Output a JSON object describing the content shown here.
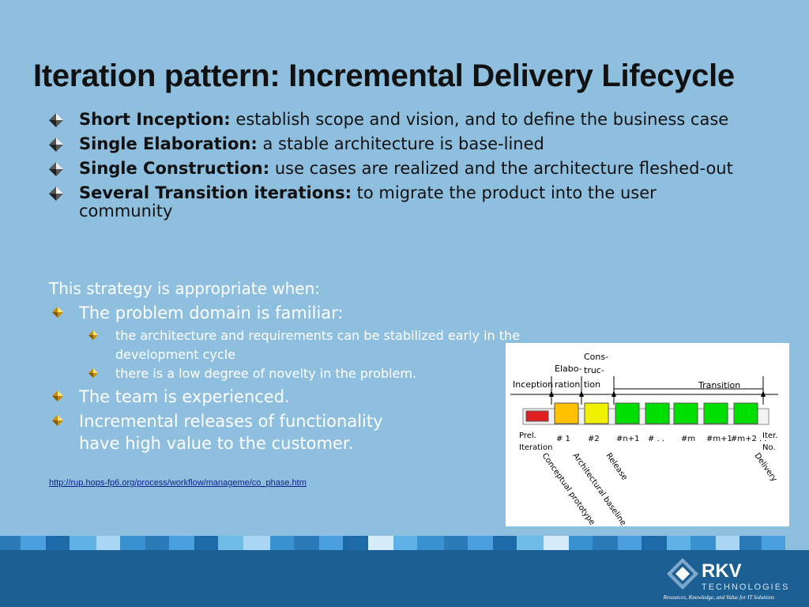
{
  "title": "Iteration pattern: Incremental Delivery Lifecycle",
  "bullets": [
    {
      "bold": "Short Inception:",
      "text": " establish scope and vision, and to define the business case"
    },
    {
      "bold": "Single Elaboration:",
      "text": " a stable architecture is base-lined"
    },
    {
      "bold": "Single Construction:",
      "text": " use cases are realized and the architecture fleshed-out"
    },
    {
      "bold": "Several Transition iterations:",
      "text": " to migrate the product into the user community"
    }
  ],
  "strategy": {
    "intro": "This strategy is appropriate when:",
    "domain": "The problem domain is familiar:",
    "sub1": "the architecture and requirements can be stabilized early in the development cycle",
    "sub2": "there is a low degree of novelty in the problem.",
    "team": "The team is experienced.",
    "releases_1": "Incremental releases of functionality",
    "releases_2": "have high value to the customer."
  },
  "link": "http://rup.hops-fp6.org/process/workflow/manageme/co_phase.htm",
  "diagram": {
    "phase_inception": "Inception",
    "phase_elab_1": "Elabo-",
    "phase_elab_2": "ration",
    "phase_cons_1": "Cons-",
    "phase_cons_2": "truc-",
    "phase_cons_3": "tion",
    "phase_transition": "Transition",
    "iter_prel_1": "Prel.",
    "iter_prel_2": "Iteration",
    "iter_1": "# 1",
    "iter_2": "#2",
    "iter_n1": "#n+1",
    "iter_dots1": "# . .",
    "iter_m": "#m",
    "iter_m1": "#m+1",
    "iter_m2": "#m+2 . .",
    "iter_no_1": "Iter.",
    "iter_no_2": "No.",
    "milestone_cp": "Conceptual prototype",
    "milestone_ab": "Architectural baseline",
    "milestone_rel": "Release",
    "milestone_del": "Delivery",
    "colors": {
      "red": "#e02020",
      "orange": "#ffc000",
      "yellow": "#f0f000",
      "green": "#00e000"
    }
  },
  "footer": {
    "logo_name": "RKV",
    "logo_sub": "TECHNOLOGIES",
    "tagline": "Resources, Knowledge, and Value for IT Solutions"
  }
}
